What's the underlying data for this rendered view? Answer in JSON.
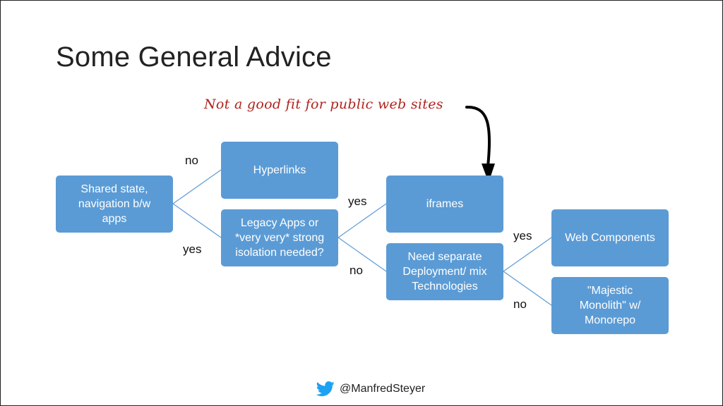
{
  "title": "Some General Advice",
  "annotation": "Not a good fit for public web sites",
  "nodes": {
    "shared_state": "Shared state,\nnavigation b/w\napps",
    "hyperlinks": "Hyperlinks",
    "legacy": "Legacy Apps or\n*very very* strong\nisolation needed?",
    "iframes": "iframes",
    "deployment": "Need separate\nDeployment/ mix\nTechnologies",
    "web_components": "Web Components",
    "monolith": "\"Majestic\nMonolith\" w/\nMonorepo"
  },
  "edge_labels": {
    "to_hyperlinks": "no",
    "to_legacy": "yes",
    "to_iframes": "yes",
    "to_deployment": "no",
    "to_web_components": "yes",
    "to_monolith": "no"
  },
  "footer": {
    "handle": "@ManfredSteyer",
    "icon": "twitter-bird-icon"
  },
  "colors": {
    "node": "#5b9bd5",
    "connector": "#5b9bd5",
    "annotation": "#b0221c"
  }
}
